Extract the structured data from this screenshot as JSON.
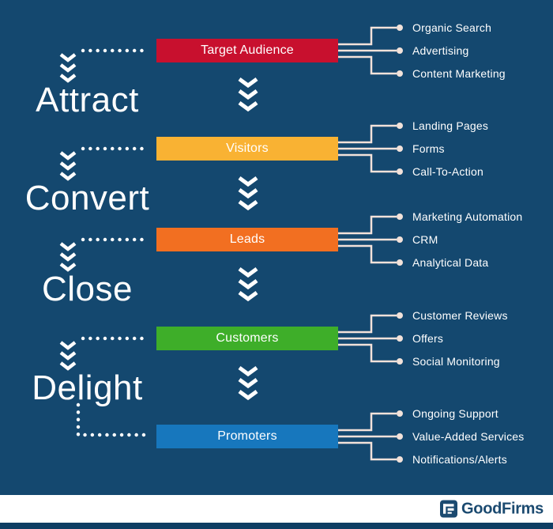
{
  "title": "Inbound marketing funnel diagram",
  "colors": {
    "background": "#14486F",
    "footer_bar": "#0E3D63",
    "connector_line": "#F2E2DA",
    "arrow_color": "#FFFFFF",
    "logo_navy": "#1B4A70"
  },
  "phases": [
    {
      "label": "Attract"
    },
    {
      "label": "Convert"
    },
    {
      "label": "Close"
    },
    {
      "label": "Delight"
    }
  ],
  "stages": [
    {
      "label": "Target Audience",
      "color": "#C8102E",
      "items": [
        "Organic Search",
        "Advertising",
        "Content Marketing"
      ]
    },
    {
      "label": "Visitors",
      "color": "#F9B233",
      "items": [
        "Landing Pages",
        "Forms",
        "Call-To-Action"
      ]
    },
    {
      "label": "Leads",
      "color": "#F26F21",
      "items": [
        "Marketing Automation",
        "CRM",
        "Analytical Data"
      ]
    },
    {
      "label": "Customers",
      "color": "#3EAE29",
      "items": [
        "Customer Reviews",
        "Offers",
        "Social Monitoring"
      ]
    },
    {
      "label": "Promoters",
      "color": "#1777BD",
      "items": [
        "Ongoing Support",
        "Value-Added Services",
        "Notifications/Alerts"
      ]
    }
  ],
  "footer": {
    "brand": "GoodFirms"
  }
}
